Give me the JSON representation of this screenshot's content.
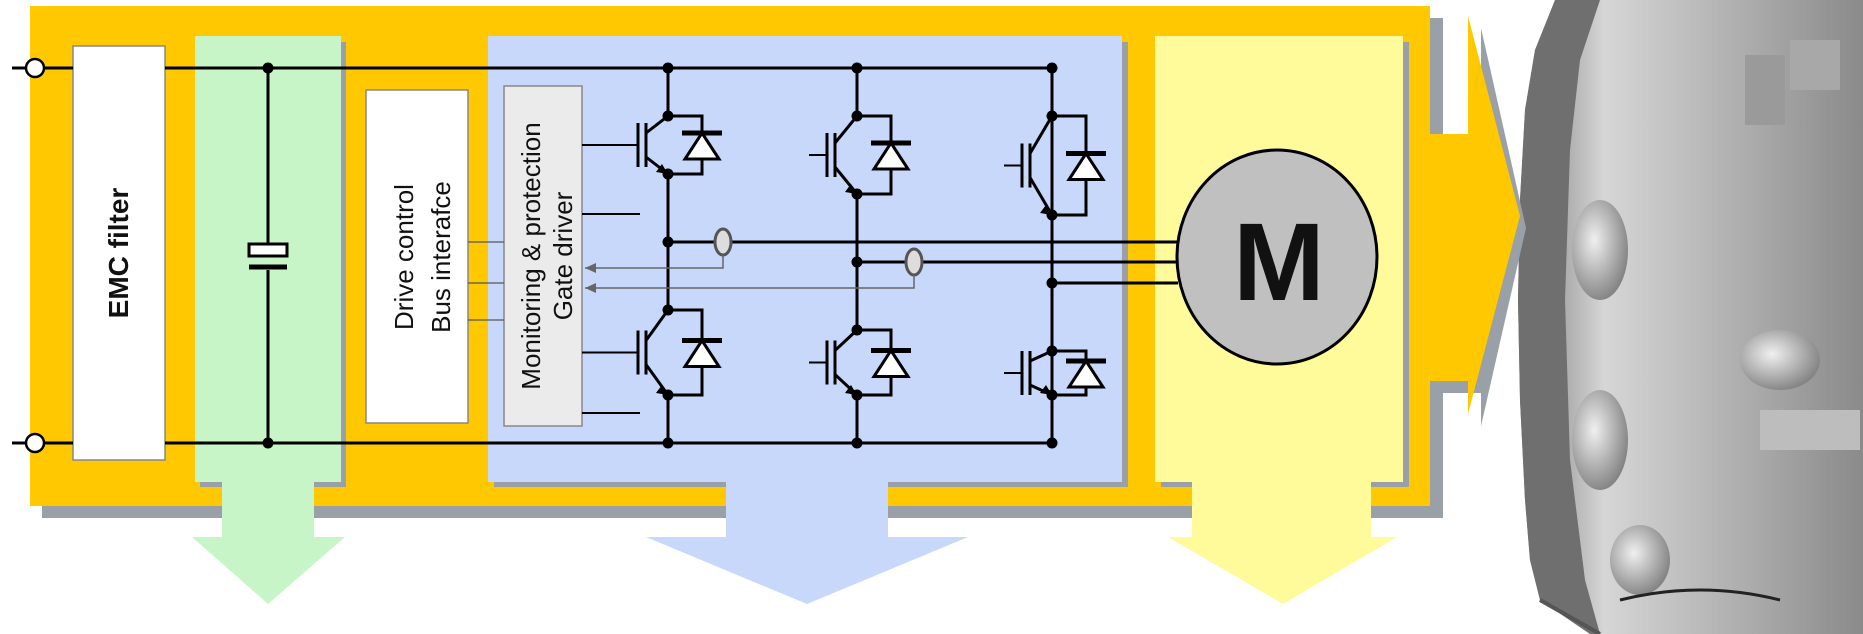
{
  "labels": {
    "emc_filter": "EMC filter",
    "drive_control_line1": "Drive control",
    "drive_control_line2": "Bus interafce",
    "monitoring_line1": "Monitoring & protection",
    "monitoring_line2": "Gate driver",
    "motor": "M"
  },
  "colors": {
    "orange_frame": "#FFC800",
    "green_zone": "#C8F5C8",
    "blue_zone": "#C8D8FA",
    "yellow_zone": "#FFFA9A",
    "motor_fill": "#C0C0C0",
    "wire": "#000000"
  },
  "icons": [
    "terminal-icon",
    "capacitor-icon",
    "igbt-icon",
    "diode-icon",
    "current-sensor-icon",
    "motor-icon",
    "gearbox-photo"
  ]
}
